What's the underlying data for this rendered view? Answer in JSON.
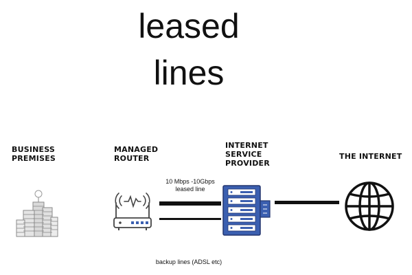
{
  "title": {
    "line1": "leased",
    "line2": "lines"
  },
  "nodes": {
    "business": {
      "line1": "BUSINESS",
      "line2": "PREMISES",
      "icon": "building-icon"
    },
    "router": {
      "line1": "MANAGED",
      "line2": "ROUTER",
      "icon": "router-icon"
    },
    "isp": {
      "line1": "INTERNET",
      "line2": "SERVICE",
      "line3": "PROVIDER",
      "icon": "server-icon"
    },
    "internet": {
      "label": "THE INTERNET",
      "icon": "globe-icon"
    }
  },
  "connections": {
    "leased": {
      "line1": "10 Mbps -10Gbps",
      "line2": "leased line"
    },
    "backup": {
      "label": "backup lines (ADSL etc)"
    }
  },
  "colors": {
    "accent": "#3b5fb0",
    "line": "#111111"
  }
}
